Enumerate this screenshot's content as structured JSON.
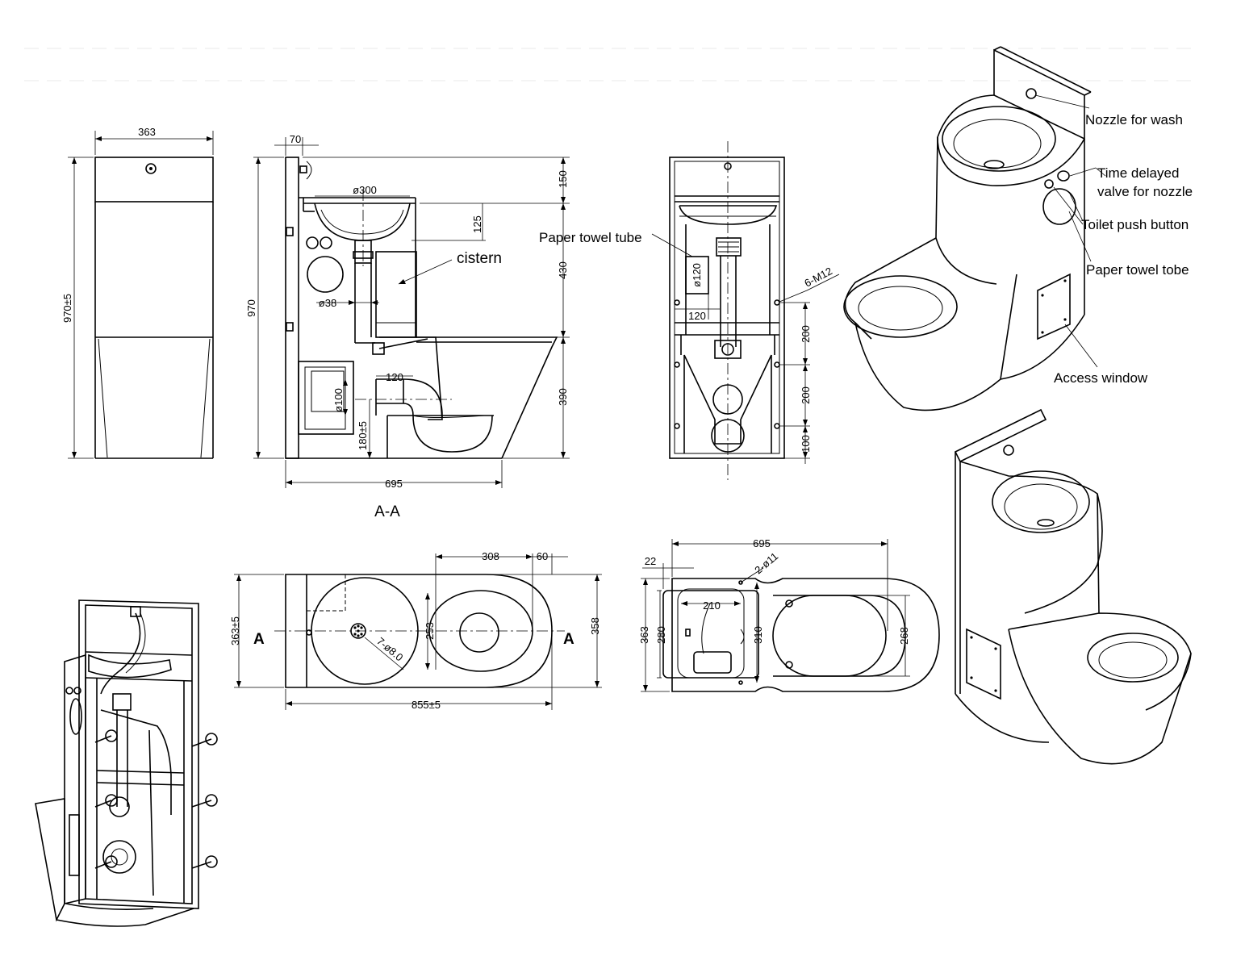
{
  "front_view": {
    "width_dim": "363",
    "height_dim": "970±5"
  },
  "section_view": {
    "label": "A-A",
    "dims": {
      "top_offset": "70",
      "height": "970",
      "basin_dia": "ø300",
      "top_section": "150",
      "basin_depth": "125",
      "mid_section": "430",
      "bottom_section": "390",
      "pipe_dia": "ø38",
      "outlet_len": "120",
      "outlet_dia": "ø100",
      "outlet_height": "180±5",
      "depth": "695"
    },
    "label_cistern": "cistern"
  },
  "rear_view": {
    "label_paper_towel": "Paper towel tube",
    "dims": {
      "tube_dia": "ø120",
      "tube_width": "120",
      "bolts": "6-M12",
      "spacing_1": "200",
      "spacing_2": "200",
      "spacing_bottom": "100"
    }
  },
  "iso_labels": {
    "nozzle": "Nozzle for wash",
    "valve_line1": "Time delayed",
    "valve_line2": "valve for nozzle",
    "push_button": "Toilet push button",
    "paper_towel": "Paper towel tobe",
    "access_window": "Access window"
  },
  "top_view": {
    "section_marker": "A",
    "dims": {
      "width": "363±5",
      "bowl_len": "308",
      "offset": "60",
      "bowl_width": "253",
      "outer_width": "358",
      "drain": "7-ø8.0",
      "length": "855±5"
    }
  },
  "base_view": {
    "dims": {
      "length": "695",
      "edge": "22",
      "holes": "2-ø11",
      "inner": "210",
      "width": "363",
      "inner_height": "280",
      "hole_spacing": "310",
      "seat_width": "268"
    }
  }
}
